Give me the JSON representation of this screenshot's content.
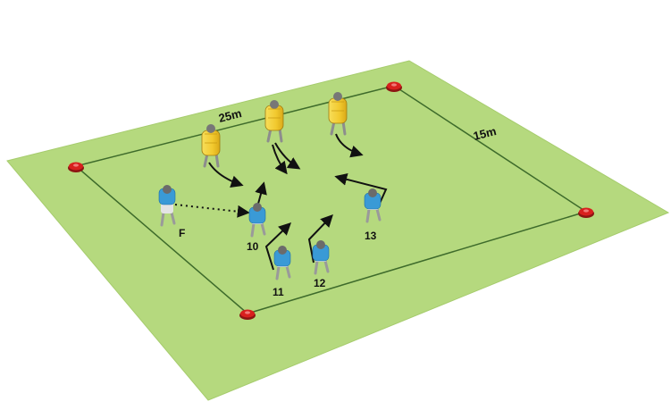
{
  "field": {
    "grass_color": "#b5d97e",
    "grass_edge_color": "#a6cc6d",
    "line_color": "#3e6b2b",
    "cone_color": "#d8201e"
  },
  "dimensions": {
    "length_label": "25m",
    "width_label": "15m"
  },
  "players": [
    {
      "id": "player-f",
      "label": "F"
    },
    {
      "id": "player-10",
      "label": "10"
    },
    {
      "id": "player-11",
      "label": "11"
    },
    {
      "id": "player-12",
      "label": "12"
    },
    {
      "id": "player-13",
      "label": "13"
    }
  ],
  "colors": {
    "player_shirt": "#3a9ad6",
    "player_shorts": "#e4e4e4",
    "pad_color": "#f4d03a",
    "arrow_color": "#111111"
  }
}
